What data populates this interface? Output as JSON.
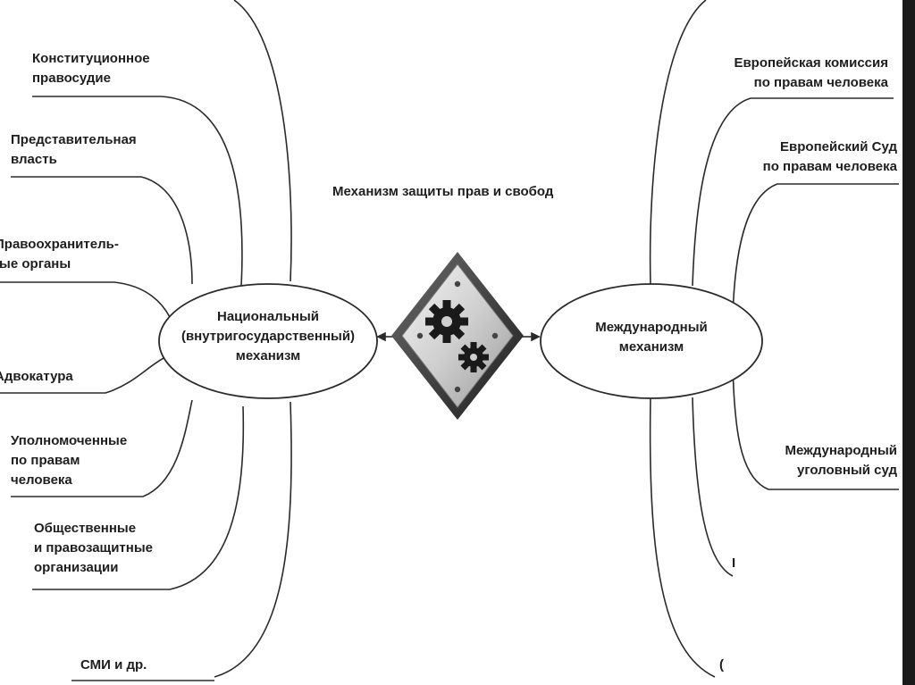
{
  "title": "Механизм защиты прав и свобод",
  "national": {
    "lines": [
      "Национальный",
      "(внутригосударственный)",
      "механизм"
    ],
    "items": [
      {
        "lines": [
          "Конституционное",
          "правосудие"
        ]
      },
      {
        "lines": [
          "Представительная",
          "власть"
        ]
      },
      {
        "lines": [
          "Правоохранитель-",
          "ные органы"
        ]
      },
      {
        "lines": [
          "Адвокатура"
        ]
      },
      {
        "lines": [
          "Уполномоченные",
          "по правам",
          "человека"
        ]
      },
      {
        "lines": [
          "Общественные",
          "и правозащитные",
          "организации"
        ]
      },
      {
        "lines": [
          "СМИ и др."
        ]
      }
    ]
  },
  "international": {
    "lines": [
      "Международный",
      "механизм"
    ],
    "items": [
      {
        "lines": [
          "Европейская комиссия",
          "по правам человека"
        ]
      },
      {
        "lines": [
          "Европейский Суд",
          "по правам человека"
        ]
      },
      {
        "lines": [
          "Международный",
          "уголовный суд"
        ]
      },
      {
        "lines": [
          "I"
        ]
      },
      {
        "lines": [
          "("
        ]
      }
    ]
  },
  "icons": {
    "center": "gears-icon",
    "arrows": "double-arrow-icon"
  },
  "colors": {
    "line": "#2a2a2a",
    "text": "#1e1e1e",
    "badge_dark": "#3a3a3a",
    "badge_light": "#d8d8d8"
  }
}
